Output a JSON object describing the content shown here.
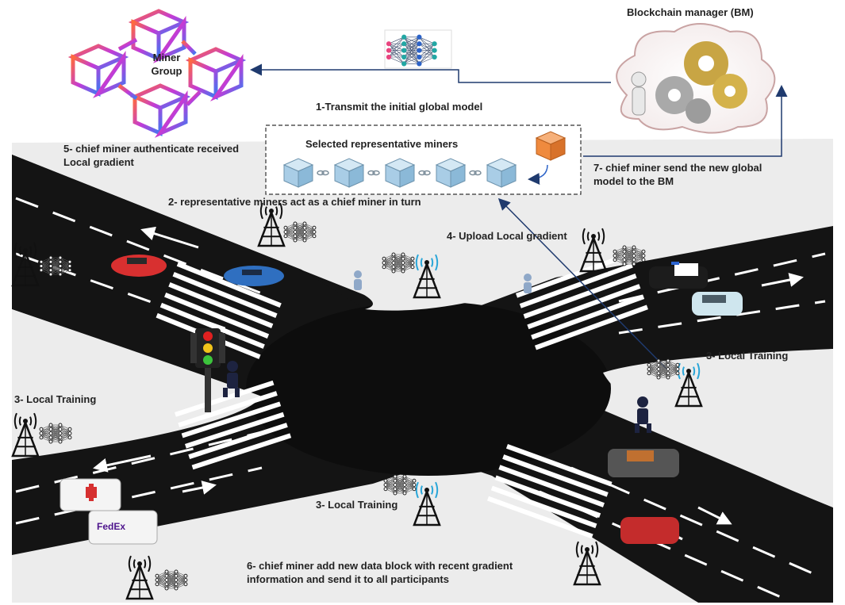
{
  "labels": {
    "blockchain_manager": "Blockchain manager (BM)",
    "miner_group": "Miner Group",
    "step1": "1-Transmit the initial global model",
    "step5": "5- chief miner authenticate received Local gradient",
    "selected_miners": "Selected representative miners",
    "step7": "7- chief miner send the new global model to the BM",
    "step2": "2- representative miners act as a chief miner in turn",
    "step4": "4- Upload Local gradient",
    "step3_right": "3- Local Training",
    "step3_left": "3- Local Training",
    "step3_bottom": "3- Local Training",
    "step6": "6- chief miner add new data block with recent gradient information and send it to all participants"
  },
  "vehicle_labels": {
    "fedex": "FedEx"
  },
  "colors": {
    "road": "#141414",
    "lane_marking": "#ffffff",
    "background": "#ececec",
    "arrow": "#1f3a6e",
    "cube": "#a9cde6",
    "chief_cube": "#ef8a3e",
    "miner_gradient_start": "#ff6a3d",
    "miner_gradient_mid": "#c33bd6",
    "miner_gradient_end": "#3a7bf2",
    "nn_node_pink": "#e8457f",
    "nn_node_teal": "#22a7a4",
    "nn_node_blue": "#2c63c8",
    "antenna_wave": "#2aa6d8"
  },
  "icons": [
    "neural-network-icon",
    "gear-cloud-icon",
    "cube-icon",
    "tower-icon",
    "traffic-light-icon",
    "pedestrian-icon",
    "car-icon"
  ]
}
